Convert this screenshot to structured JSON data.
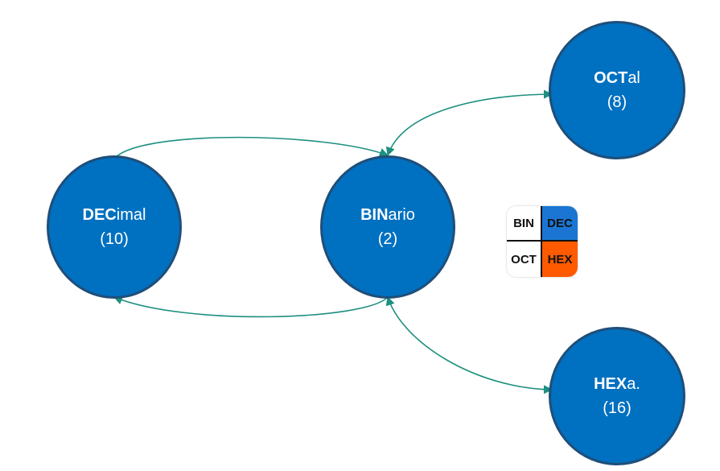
{
  "colors": {
    "node_fill": "#0070c0",
    "node_border": "#1f4e79",
    "connector": "#1e9080",
    "node_text": "#ffffff"
  },
  "nodes": {
    "decimal": {
      "abbr": "DEC",
      "rest": "imal",
      "base": "(10)"
    },
    "binary": {
      "abbr": "BIN",
      "rest": "ario",
      "base": "(2)"
    },
    "octal": {
      "abbr": "OCT",
      "rest": "al",
      "base": "(8)"
    },
    "hex": {
      "abbr": "HEX",
      "rest": "a.",
      "base": "(16)"
    }
  },
  "edges": [
    {
      "from": "decimal",
      "to": "binary"
    },
    {
      "from": "binary",
      "to": "decimal"
    },
    {
      "from": "octal",
      "to": "binary"
    },
    {
      "from": "binary",
      "to": "octal"
    },
    {
      "from": "hex",
      "to": "binary"
    },
    {
      "from": "binary",
      "to": "hex"
    }
  ],
  "logo": {
    "top_left": "BIN",
    "top_right": "DEC",
    "bottom_left": "OCT",
    "bottom_right": "HEX",
    "colors": {
      "dec": "#1a76d2",
      "hex": "#ff5a00"
    }
  }
}
